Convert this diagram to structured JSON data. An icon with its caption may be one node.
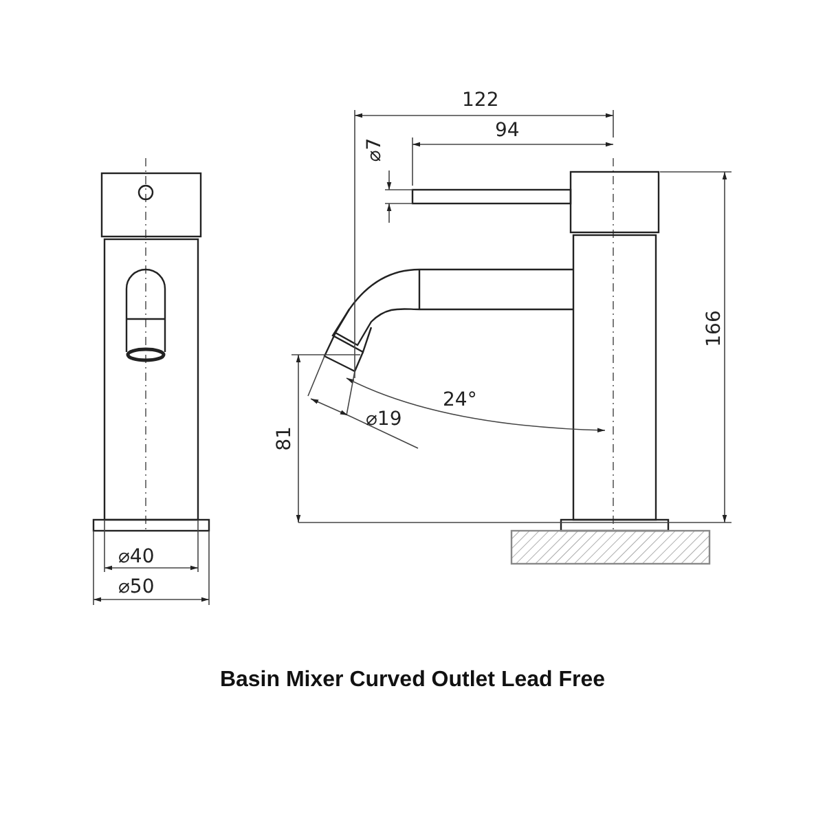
{
  "diagram": {
    "caption": "Basin Mixer Curved Outlet Lead Free",
    "labels": [
      "122",
      "94",
      "⌀7",
      "166",
      "24°",
      "⌀19",
      "81",
      "⌀40",
      "⌀50"
    ]
  }
}
